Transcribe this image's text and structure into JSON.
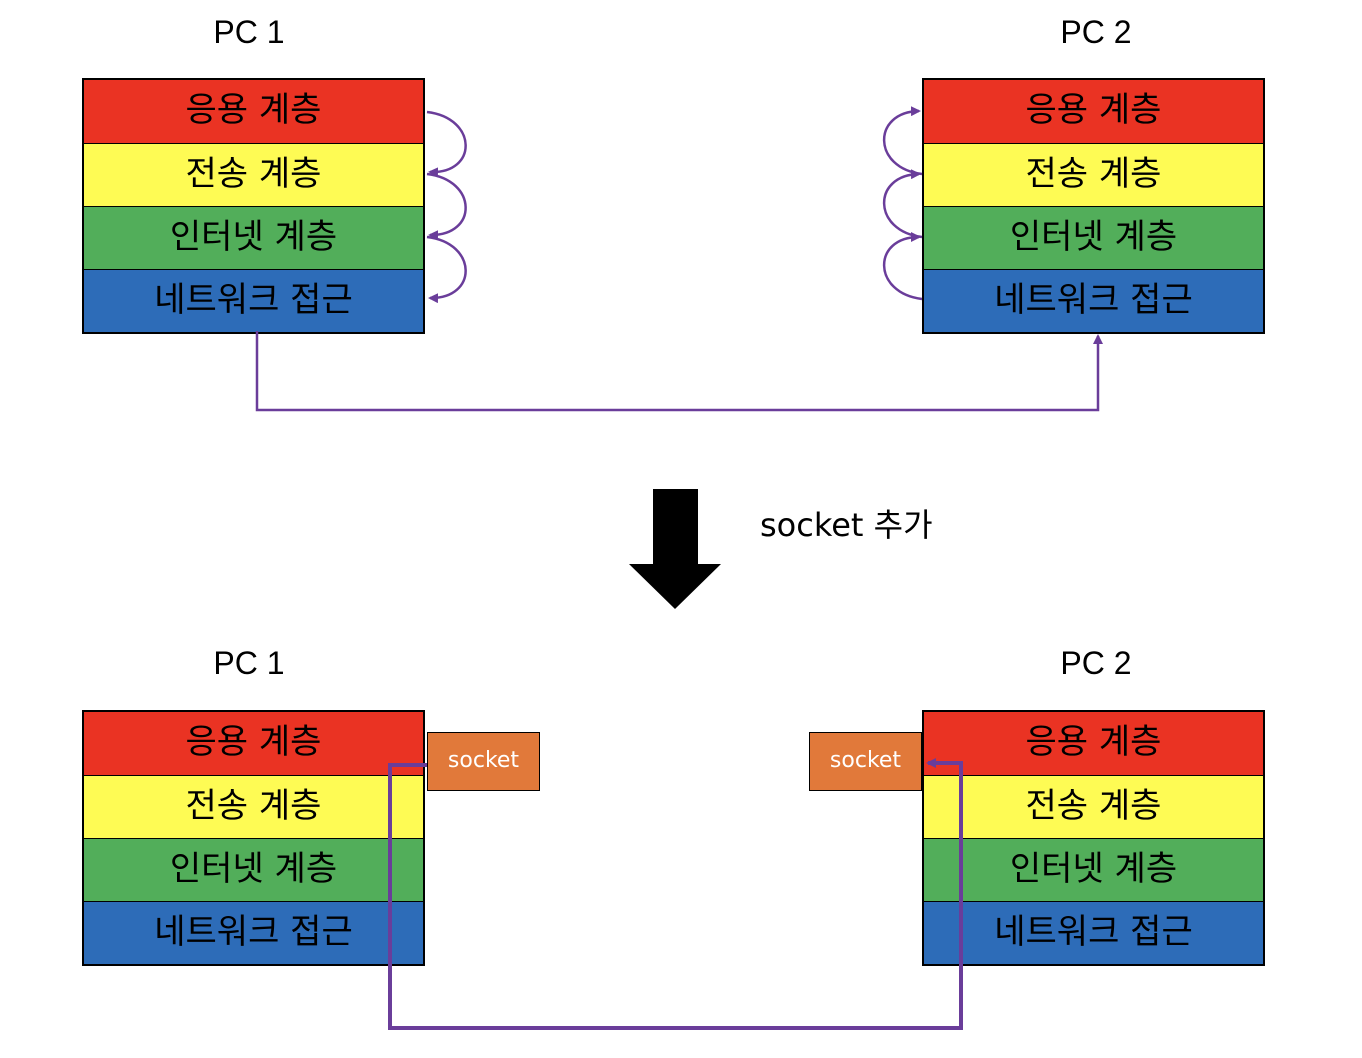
{
  "colors": {
    "app_layer": "#ea3323",
    "transport_layer": "#fefb54",
    "internet_layer": "#52ae5a",
    "network_layer": "#2d6cb8",
    "socket": "#e1793a",
    "arrow": "#6a3d9a"
  },
  "top": {
    "pc1": {
      "title": "PC 1",
      "layers": [
        "응용 계층",
        "전송 계층",
        "인터넷 계층",
        "네트워크 접근"
      ]
    },
    "pc2": {
      "title": "PC 2",
      "layers": [
        "응용 계층",
        "전송 계층",
        "인터넷 계층",
        "네트워크 접근"
      ]
    }
  },
  "transition": {
    "caption": "socket 추가",
    "icon": "down-arrow-icon"
  },
  "bottom": {
    "pc1": {
      "title": "PC 1",
      "layers": [
        "응용 계층",
        "전송 계층",
        "인터넷 계층",
        "네트워크 접근"
      ],
      "socket": "socket"
    },
    "pc2": {
      "title": "PC 2",
      "layers": [
        "응용 계층",
        "전송 계층",
        "인터넷 계층",
        "네트워크 접근"
      ],
      "socket": "socket"
    }
  }
}
